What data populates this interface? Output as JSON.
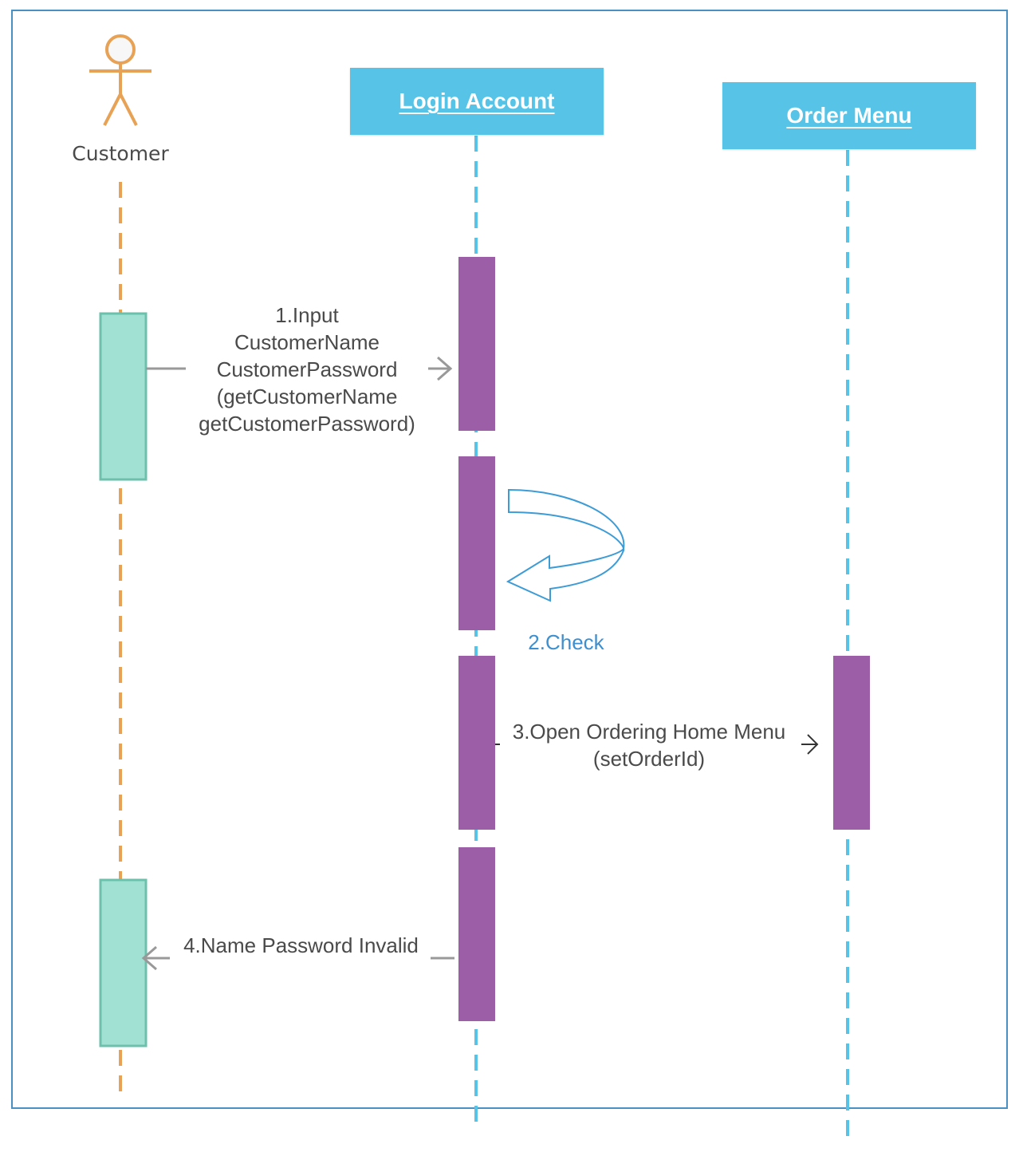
{
  "actor": {
    "name": "Customer"
  },
  "lifelines": {
    "login": {
      "title": "Login Account"
    },
    "order": {
      "title": "Order Menu"
    }
  },
  "messages": [
    {
      "label_lines": [
        "1.Input",
        "CustomerName",
        "CustomerPassword",
        "(getCustomerName",
        "getCustomerPassword)"
      ]
    },
    {
      "label": "2.Check"
    },
    {
      "label_lines": [
        "3.Open Ordering Home Menu",
        "(setOrderId)"
      ]
    },
    {
      "label": "4.Name Password Invalid"
    }
  ],
  "colors": {
    "frame": "#4a90c2",
    "actor": "#e8a255",
    "lifeline_object": "#56c3e7",
    "activation_actor": "#a0e1d3",
    "activation_actor_border": "#6cc1ad",
    "activation_object": "#9b5ea7",
    "self_message": "#3d8fcf",
    "message_line": "#999999"
  }
}
